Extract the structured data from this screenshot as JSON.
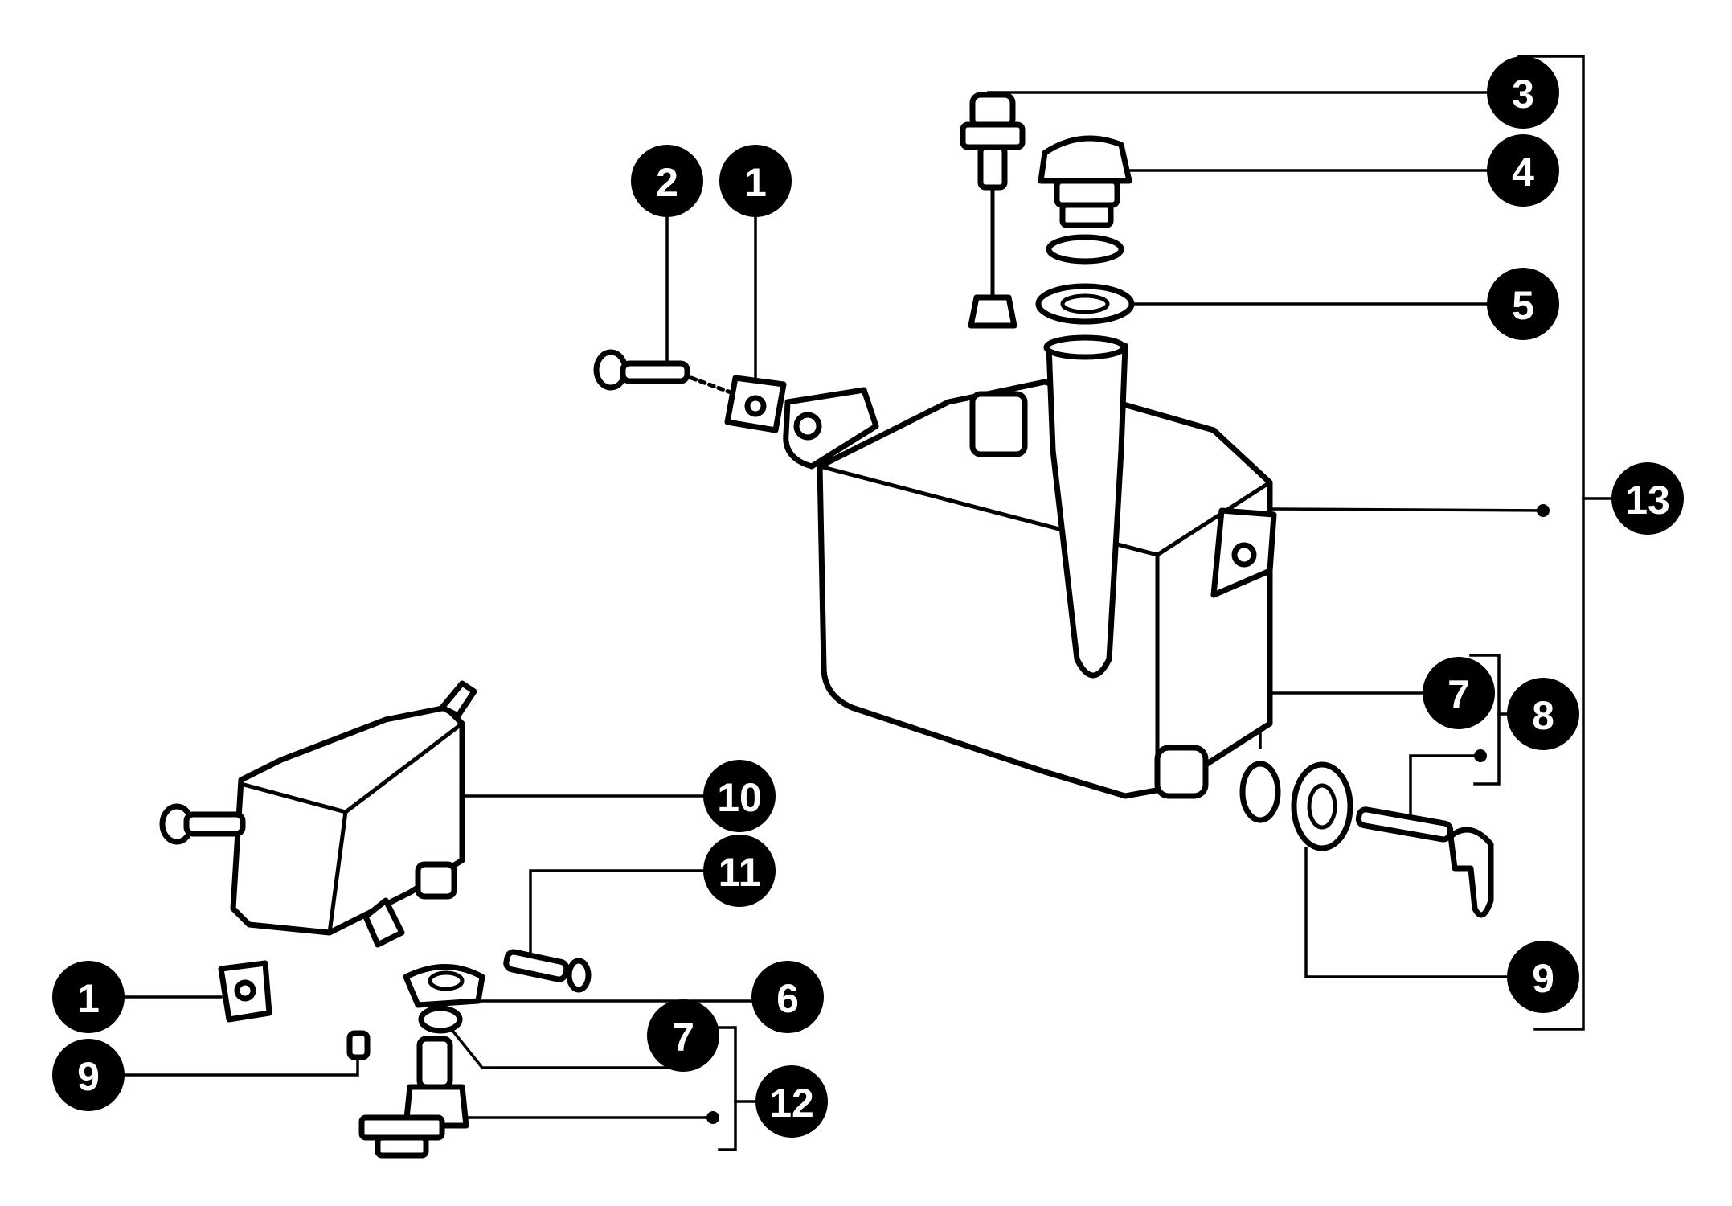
{
  "callouts": [
    {
      "id": "c2",
      "label": "2"
    },
    {
      "id": "c1a",
      "label": "1"
    },
    {
      "id": "c3",
      "label": "3"
    },
    {
      "id": "c4",
      "label": "4"
    },
    {
      "id": "c5",
      "label": "5"
    },
    {
      "id": "c13",
      "label": "13"
    },
    {
      "id": "c7a",
      "label": "7"
    },
    {
      "id": "c8",
      "label": "8"
    },
    {
      "id": "c9a",
      "label": "9"
    },
    {
      "id": "c10",
      "label": "10"
    },
    {
      "id": "c11",
      "label": "11"
    },
    {
      "id": "c6",
      "label": "6"
    },
    {
      "id": "c1b",
      "label": "1"
    },
    {
      "id": "c7b",
      "label": "7"
    },
    {
      "id": "c9b",
      "label": "9"
    },
    {
      "id": "c12",
      "label": "12"
    }
  ],
  "colors": {
    "ink": "#000000",
    "paper": "#ffffff"
  }
}
